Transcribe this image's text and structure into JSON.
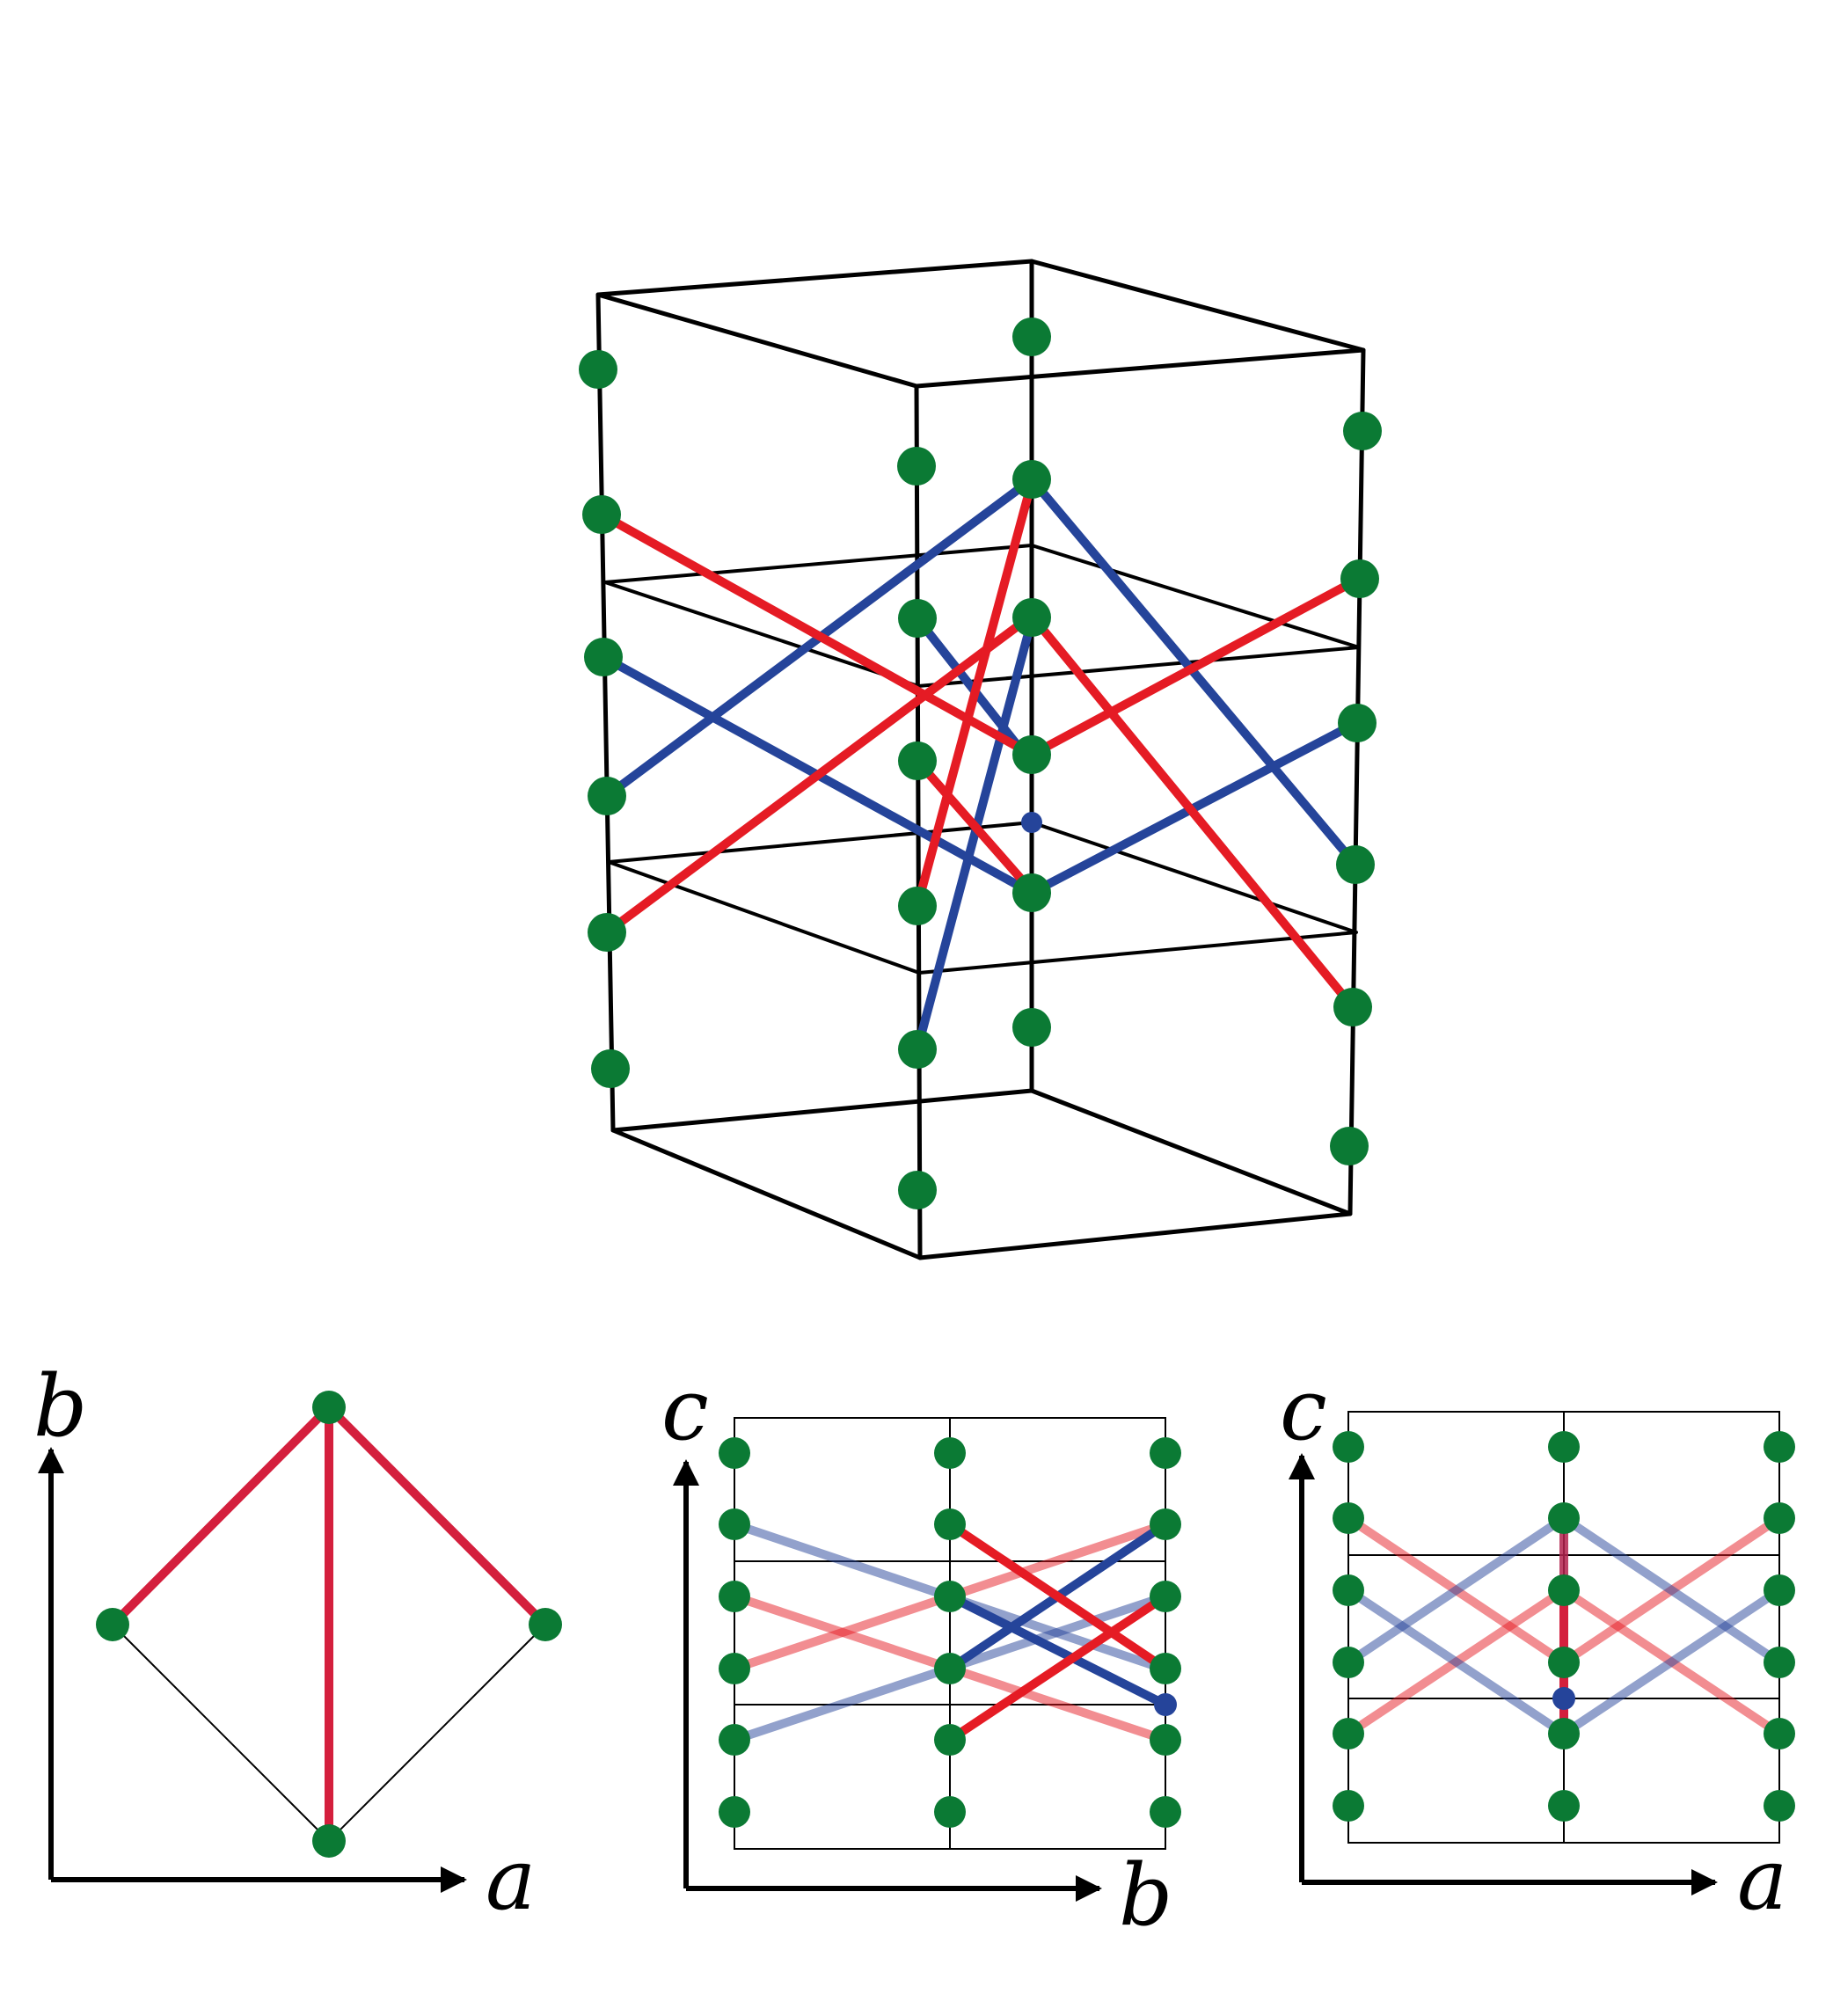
{
  "colors": {
    "atom": "#0b7a34",
    "red_bond": "#e51b24",
    "blue_bond": "#25449a",
    "projection_red": "#d41f3d",
    "frame": "#000000"
  },
  "axes": {
    "top_view": {
      "horizontal": "a",
      "vertical": "b"
    },
    "side_view_bc": {
      "horizontal": "b",
      "vertical": "c"
    },
    "side_view_ac": {
      "horizontal": "a",
      "vertical": "c"
    }
  }
}
